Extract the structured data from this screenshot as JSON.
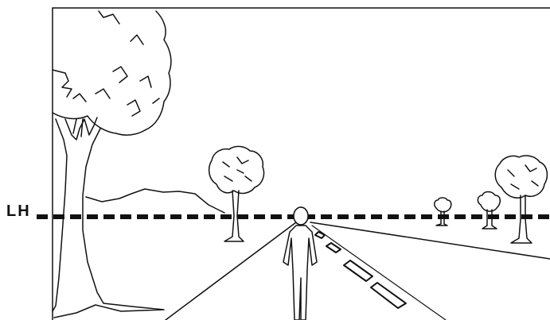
{
  "horizon_label": "LH",
  "scene": {
    "figure": "standing-person",
    "trees": [
      "large-foreground-tree",
      "mid-tree",
      "far-tree-1",
      "far-tree-2",
      "right-tree"
    ],
    "road": "perspective-road-with-center-dashes",
    "horizon_line": "dashed"
  },
  "colors": {
    "ink": "#111111",
    "background": "#ffffff"
  }
}
